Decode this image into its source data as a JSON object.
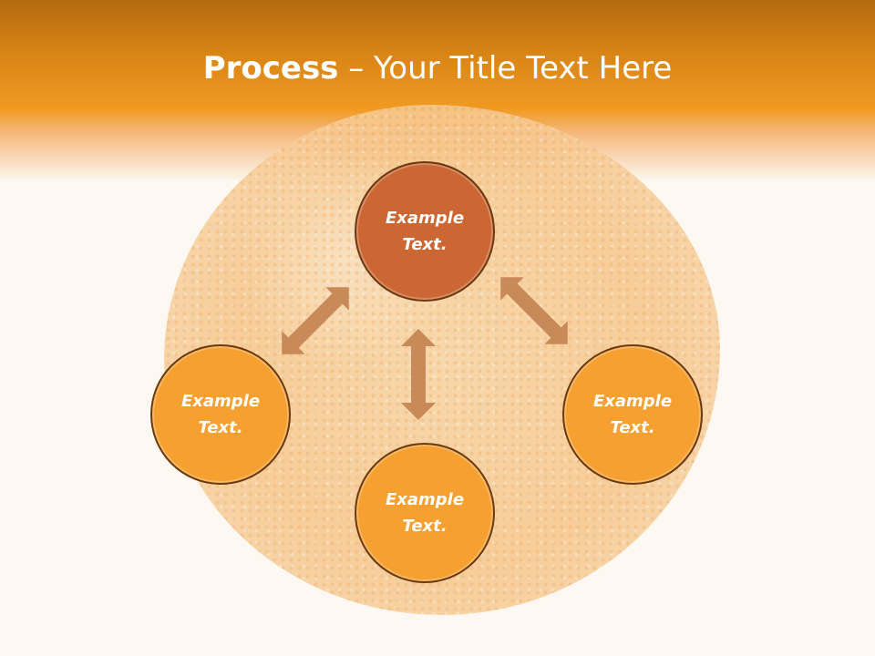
{
  "slide": {
    "title_bold": "Process",
    "title_rest": " – Your Title Text Here"
  },
  "diagram": {
    "nodes": [
      {
        "id": "top",
        "line1": "Example",
        "line2": "Text."
      },
      {
        "id": "left",
        "line1": "Example",
        "line2": "Text."
      },
      {
        "id": "right",
        "line1": "Example",
        "line2": "Text."
      },
      {
        "id": "bottom",
        "line1": "Example",
        "line2": "Text."
      }
    ]
  },
  "colors": {
    "header": "#f09a22",
    "top_node": "#cc6633",
    "nodes": "#f5a030",
    "node_border": "#6b3a10",
    "arrows": "#c98a5a"
  },
  "icons": {
    "arrows": "double-headed-arrow"
  }
}
